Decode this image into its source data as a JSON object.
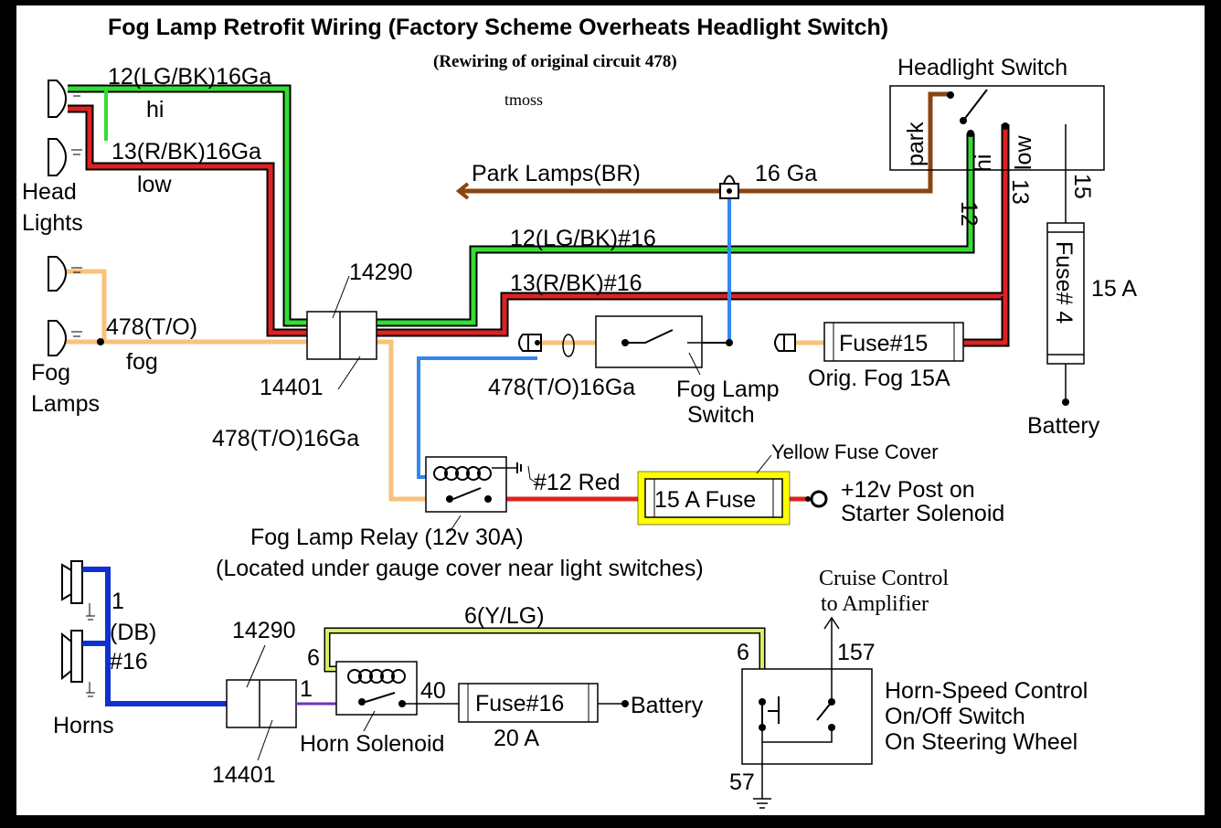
{
  "title": "Fog Lamp Retrofit Wiring (Factory Scheme Overheats Headlight Switch)",
  "subtitle": "(Rewiring of original circuit 478)",
  "author": "tmoss",
  "colors": {
    "lg": "#33dd33",
    "red": "#dd2222",
    "tan": "#f7c27a",
    "blue": "#3388ee",
    "brown": "#8b4513",
    "yellow": "#ffff00",
    "darkblue": "#1030d0",
    "purple": "#7030c0",
    "ylg": "#d6f060"
  },
  "labels": {
    "w12_hi": "12(LG/BK)16Ga",
    "hi": "hi",
    "w13_low": "13(R/BK)16Ga",
    "low": "low",
    "head": "Head",
    "lights": "Lights",
    "fog_wire": "478(T/O)",
    "fog": "fog",
    "fog1": "Fog",
    "lamps": "Lamps",
    "c14290": "14290",
    "c14401": "14401",
    "wire_478_16ga_a": "478(T/O)16Ga",
    "wire_478_16ga_b": "478(T/O)16Ga",
    "park_lamps": "Park Lamps(BR)",
    "ga16": "16 Ga",
    "lgbk16": "12(LG/BK)#16",
    "rbk16": "13(R/BK)#16",
    "headlight_switch": "Headlight Switch",
    "park": "park",
    "sw_hi": "hi",
    "sw_low": "low",
    "n12": "12",
    "n13": "13",
    "n15": "15",
    "fuse4": "Fuse# 4",
    "a15": "15 A",
    "battery1": "Battery",
    "fuse15": "Fuse#15",
    "orig_fog": "Orig. Fog 15A",
    "fog_lamp_switch_1": "Fog Lamp",
    "fog_lamp_switch_2": "Switch",
    "yellow_fuse_cover": "Yellow Fuse Cover",
    "red12": "#12 Red",
    "fuse15a": "15 A Fuse",
    "post1": "+12v Post on",
    "post2": "Starter Solenoid",
    "relay": "Fog Lamp Relay (12v 30A)",
    "relay_note": "(Located under gauge cover near light switches)",
    "h1": "1",
    "db": "(DB)",
    "n16": "#16",
    "horns": "Horns",
    "c14290b": "14290",
    "c14401b": "14401",
    "p1": "1",
    "p6": "6",
    "ylg": "6(Y/LG)",
    "p40": "40",
    "fuse16": "Fuse#16",
    "battery2": "Battery",
    "a20": "20 A",
    "horn_sol": "Horn Solenoid",
    "cruise1": "Cruise Control",
    "cruise2": "to Amplifier",
    "p6b": "6",
    "p157": "157",
    "p57": "57",
    "hs1": "Horn-Speed Control",
    "hs2": "On/Off Switch",
    "hs3": "On Steering Wheel"
  }
}
